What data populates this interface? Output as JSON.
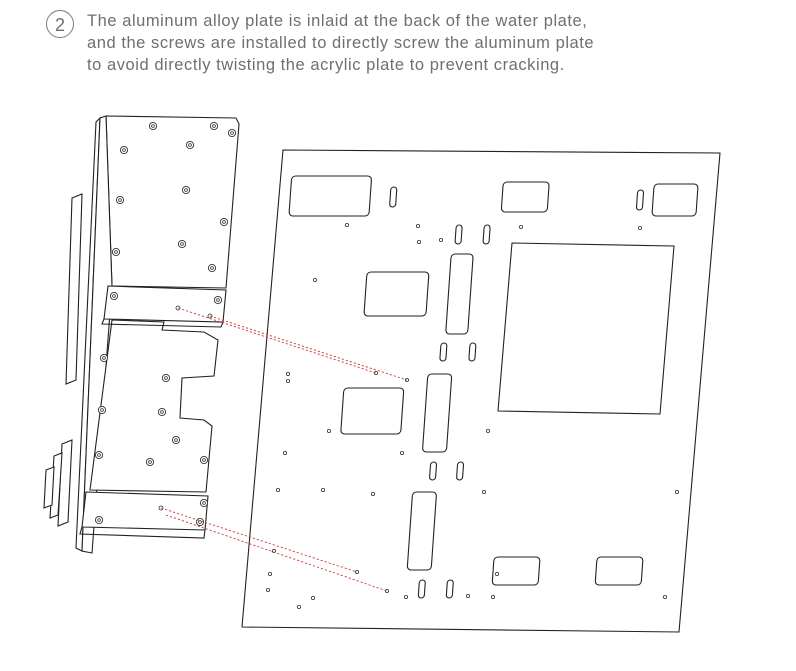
{
  "caption": {
    "step_number": "2",
    "lines": [
      "The aluminum alloy plate is inlaid at the back of the water plate,",
      "and the screws are installed to directly screw the aluminum plate",
      "to avoid directly twisting the acrylic plate to prevent cracking."
    ]
  },
  "colors": {
    "caption_text": "#6f6f6f",
    "outline": "#222222",
    "screw_guide": "#d23b3b"
  }
}
